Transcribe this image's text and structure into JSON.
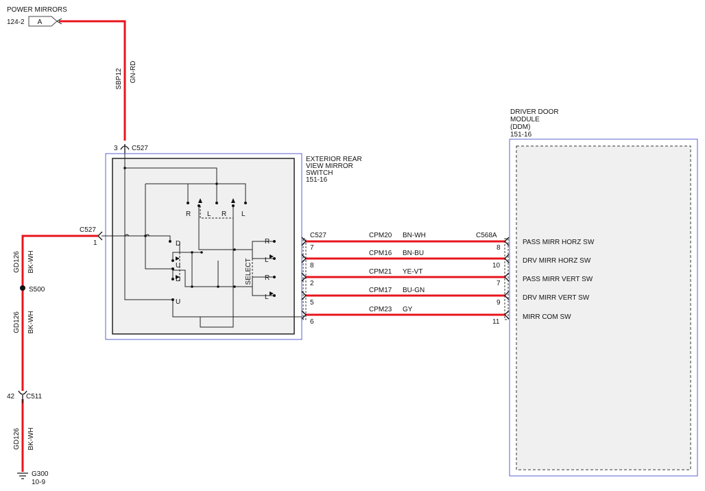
{
  "title_ref": "POWER MIRRORS",
  "ref_page": "124-2",
  "ref_connector_letter": "A",
  "feed_circuit": "SBP12",
  "feed_color": "GN-RD",
  "switch": {
    "top_pin": "3",
    "top_connector": "C527",
    "name_lines": [
      "EXTERIOR REAR",
      "VIEW MIRROR",
      "SWITCH",
      "151-16"
    ],
    "left_pin": "1",
    "left_connector": "C527",
    "right_connector": "C527",
    "select_label": "SELECT",
    "letters": {
      "r1": "R",
      "l1": "L",
      "r2": "R",
      "l2": "L",
      "d1": "D",
      "u1": "U",
      "d2": "D",
      "u2": "U",
      "sr1": "R",
      "sl1": "L",
      "sr2": "R",
      "sl2": "L"
    }
  },
  "ground_path": {
    "circuit": "GD126",
    "color": "BK-WH",
    "splice": "S500",
    "connector_pin": "42",
    "connector": "C511",
    "ground_id": "G300",
    "ground_page": "10-9"
  },
  "ddm": {
    "name_lines": [
      "DRIVER DOOR",
      "MODULE",
      "(DDM)",
      "151-16"
    ],
    "connector": "C568A"
  },
  "wires": [
    {
      "left_pin": "7",
      "circuit": "CPM20",
      "color": "BN-WH",
      "right_pin": "8",
      "function": "PASS MIRR HORZ SW"
    },
    {
      "left_pin": "8",
      "circuit": "CPM16",
      "color": "BN-BU",
      "right_pin": "10",
      "function": "DRV MIRR HORZ SW"
    },
    {
      "left_pin": "2",
      "circuit": "CPM21",
      "color": "YE-VT",
      "right_pin": "7",
      "function": "PASS MIRR VERT SW"
    },
    {
      "left_pin": "5",
      "circuit": "CPM17",
      "color": "BU-GN",
      "right_pin": "9",
      "function": "DRV MIRR VERT SW"
    },
    {
      "left_pin": "6",
      "circuit": "CPM23",
      "color": "GY",
      "right_pin": "11",
      "function": "MIRR COM SW"
    }
  ],
  "colors": {
    "wire": "#e8141c",
    "component_border": "#5a5fd0",
    "component_fill": "#f0f0f0"
  }
}
